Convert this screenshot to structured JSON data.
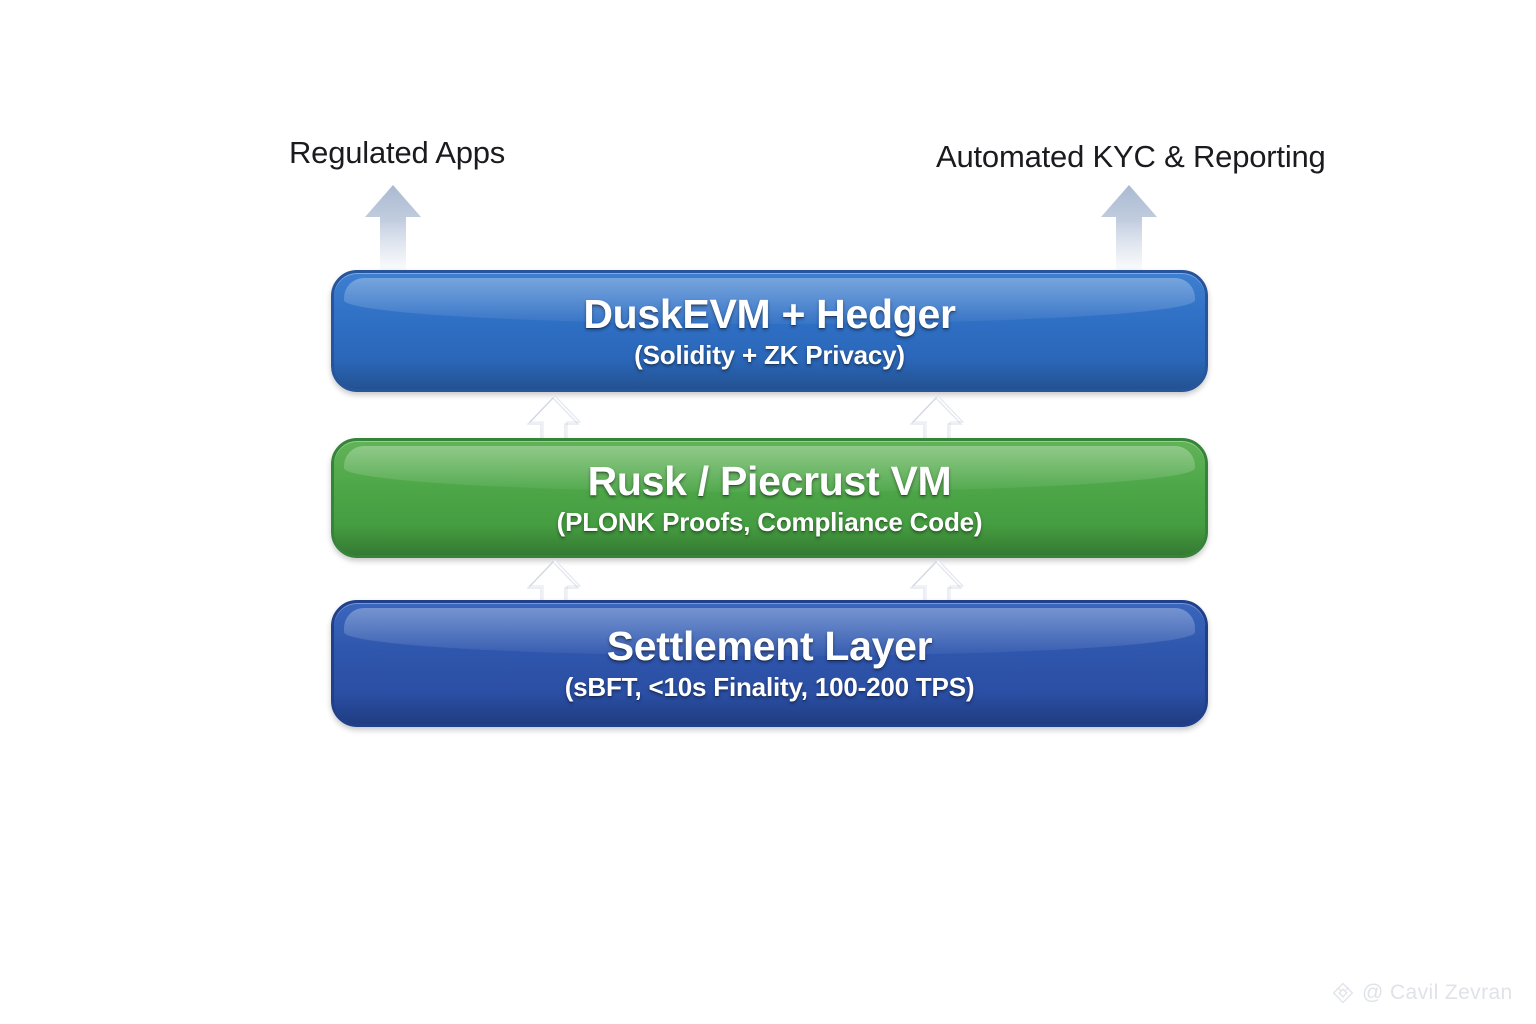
{
  "page": {
    "background_color": "#ffffff",
    "title": "Dusk Network Layered Architecture Diagram"
  },
  "outputs": [
    {
      "id": "regulated-apps",
      "label": "Regulated Apps",
      "arrow_icon": "up-arrow-faded-icon"
    },
    {
      "id": "automated-kyc",
      "label": "Automated KYC & Reporting",
      "arrow_icon": "up-arrow-faded-icon"
    }
  ],
  "layers": [
    {
      "id": "duskevm",
      "title": "DuskEVM + Hedger",
      "subtitle": "(Solidity + ZK Privacy)",
      "color": "#2f6fc4",
      "border_color": "#27549b",
      "text_color": "#ffffff"
    },
    {
      "id": "rusk",
      "title": "Rusk / Piecrust VM",
      "subtitle": "(PLONK Proofs, Compliance Code)",
      "color": "#4da748",
      "border_color": "#35843a",
      "text_color": "#ffffff"
    },
    {
      "id": "settlement",
      "title": "Settlement Layer",
      "subtitle": "(sBFT, <10s Finality, 100-200 TPS)",
      "color": "#2f56ad",
      "border_color": "#21408a",
      "text_color": "#ffffff"
    }
  ],
  "connectors": [
    {
      "id": "duskevm-from-rusk-left",
      "icon": "up-arrow-white-icon",
      "from": "rusk",
      "to": "duskevm"
    },
    {
      "id": "duskevm-from-rusk-right",
      "icon": "up-arrow-white-icon",
      "from": "rusk",
      "to": "duskevm"
    },
    {
      "id": "rusk-from-settlement-left",
      "icon": "up-arrow-white-icon",
      "from": "settlement",
      "to": "rusk"
    },
    {
      "id": "rusk-from-settlement-right",
      "icon": "up-arrow-white-icon",
      "from": "settlement",
      "to": "rusk"
    }
  ],
  "watermark": {
    "logo_icon": "diamond-logo-icon",
    "text": "@ Cavil Zevran",
    "color": "#dfe3e8"
  }
}
